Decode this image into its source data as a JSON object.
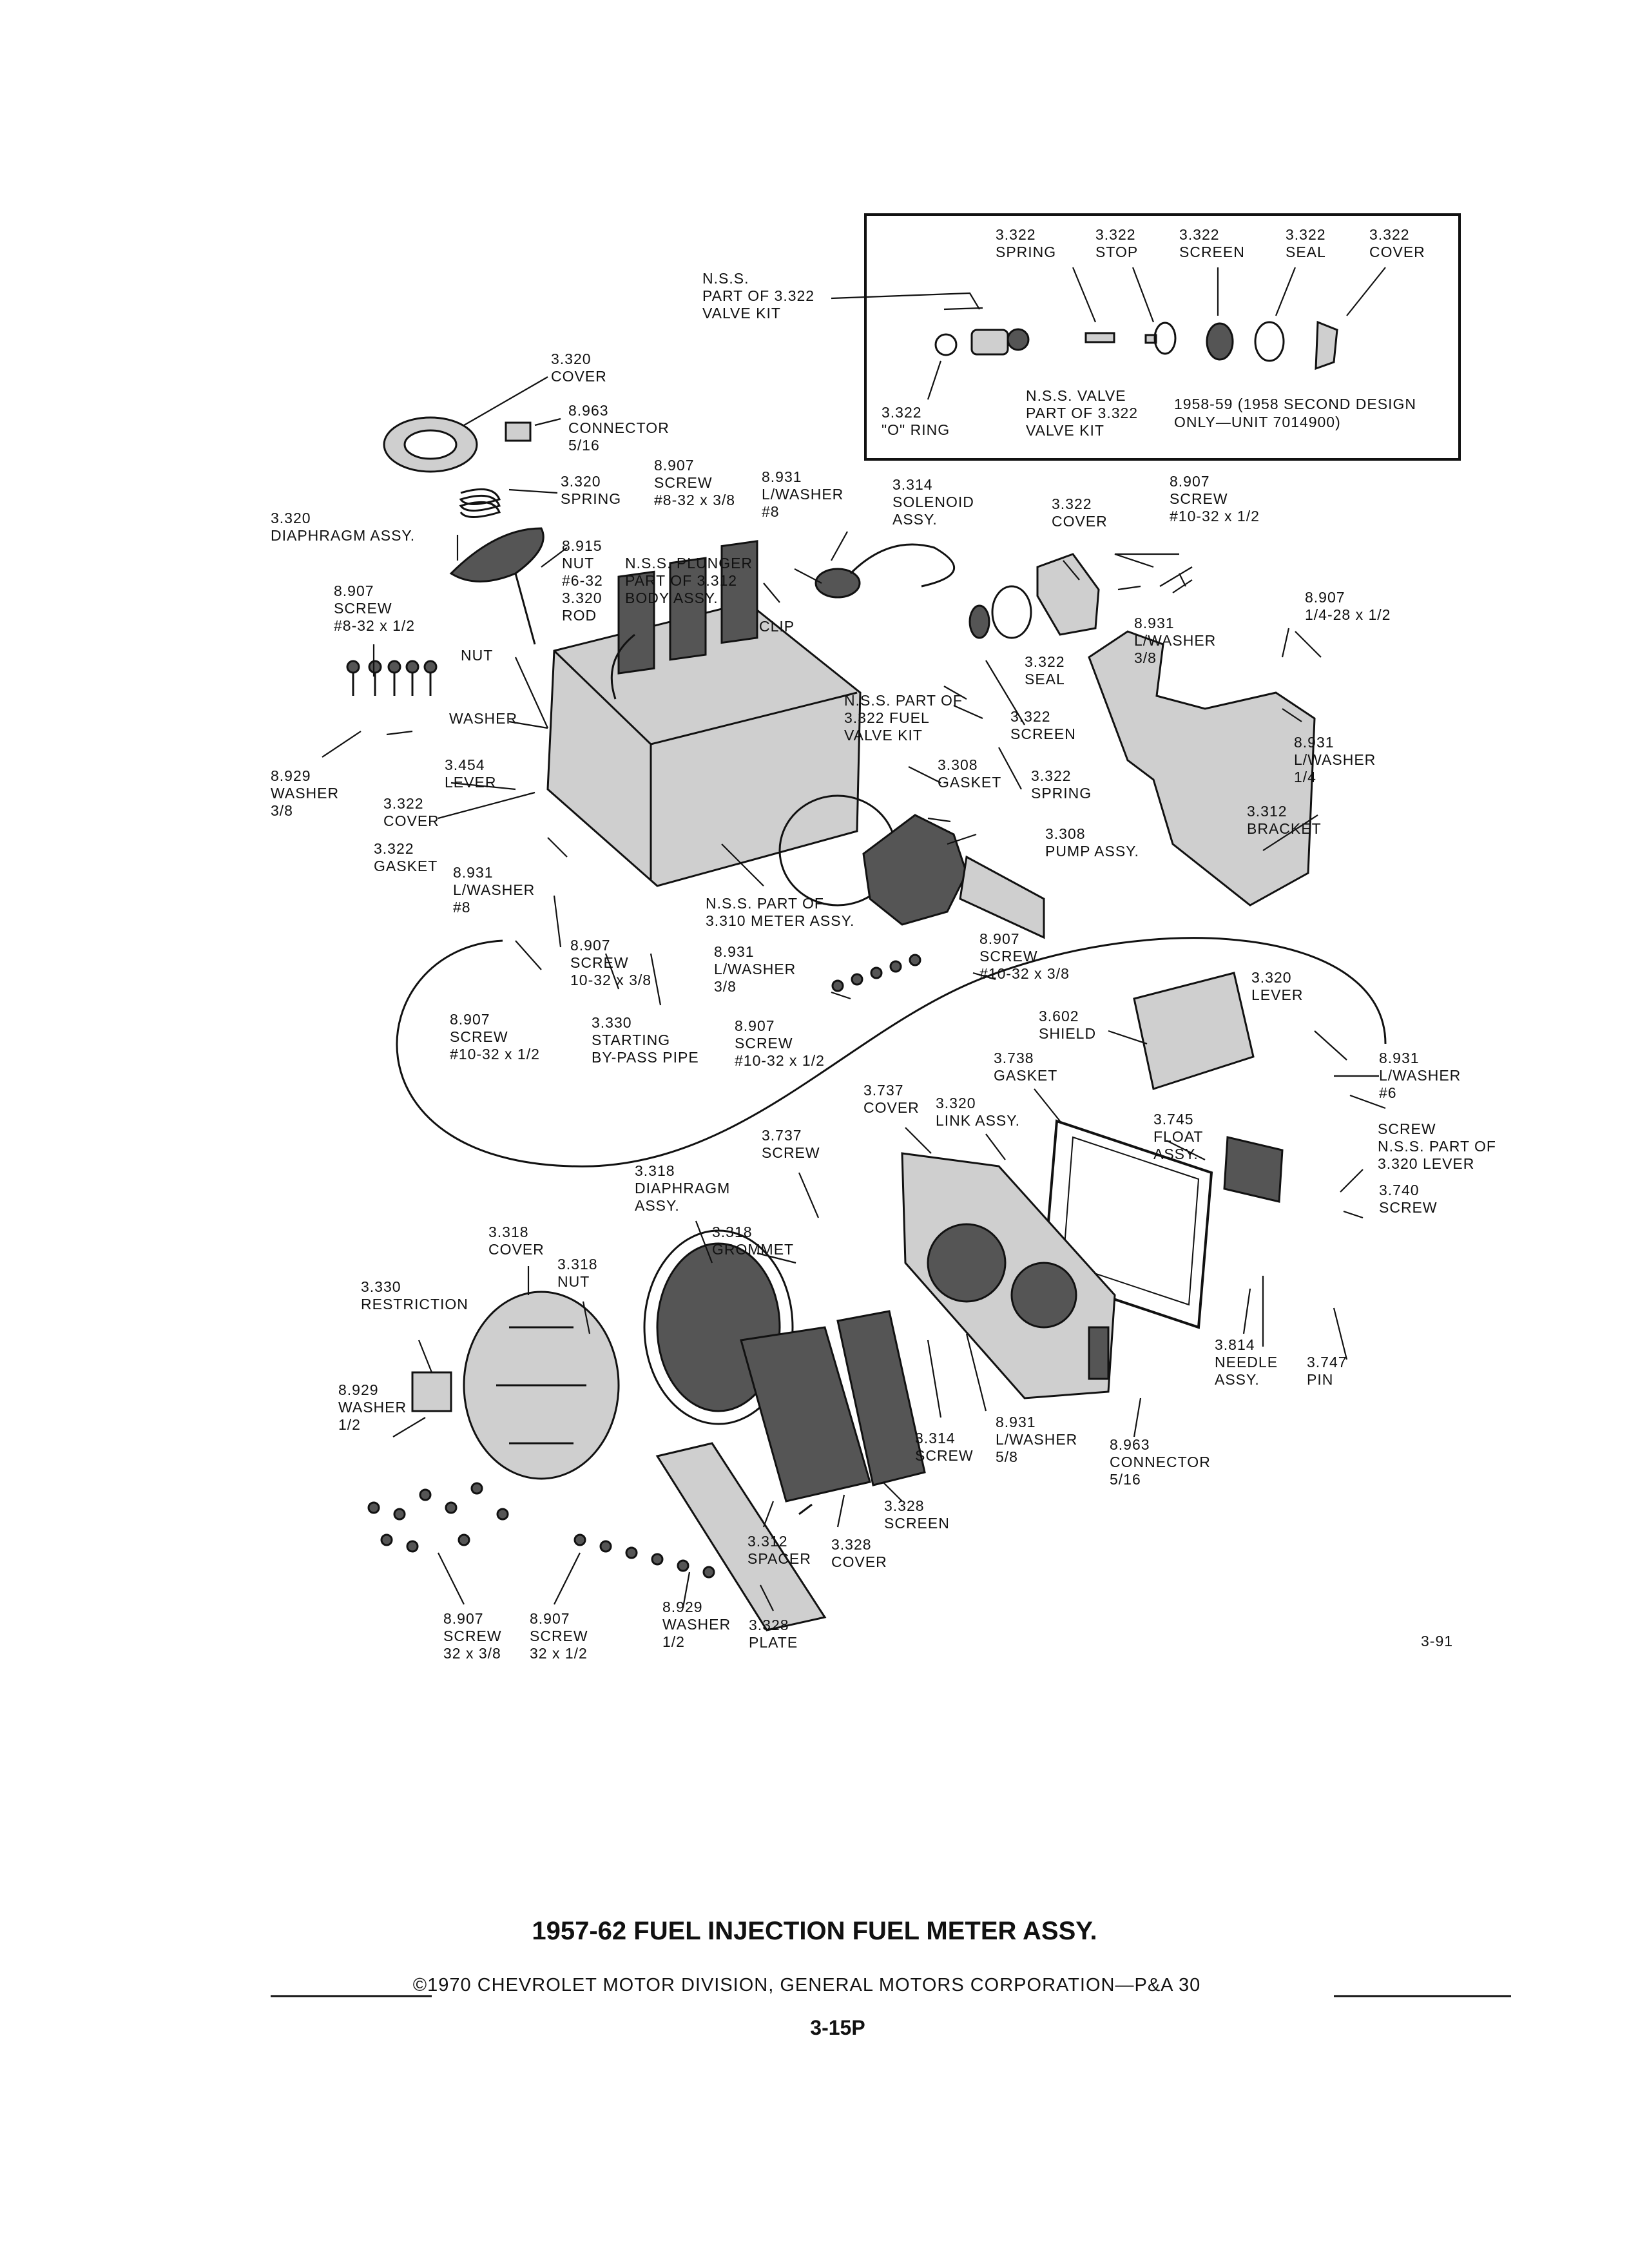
{
  "title": "1957-62 FUEL INJECTION FUEL METER ASSY.",
  "footer": {
    "copyright": "©1970 CHEVROLET MOTOR DIVISION, GENERAL MOTORS CORPORATION—P&A 30",
    "page_code": "3-15P",
    "figure_number": "3-91"
  },
  "inset": {
    "note": [
      "1958-59 (1958 SECOND DESIGN",
      "ONLY—UNIT 7014900)"
    ]
  },
  "callouts": [
    {
      "id": "c01",
      "lines": [
        "3.322",
        "SPRING"
      ]
    },
    {
      "id": "c02",
      "lines": [
        "3.322",
        "STOP"
      ]
    },
    {
      "id": "c03",
      "lines": [
        "3.322",
        "SCREEN"
      ]
    },
    {
      "id": "c04",
      "lines": [
        "3.322",
        "SEAL"
      ]
    },
    {
      "id": "c05",
      "lines": [
        "3.322",
        "COVER"
      ]
    },
    {
      "id": "c06",
      "lines": [
        "N.S.S.",
        "PART OF 3.322",
        "VALVE KIT"
      ]
    },
    {
      "id": "c07",
      "lines": [
        "3.322",
        "\"O\" RING"
      ]
    },
    {
      "id": "c08",
      "lines": [
        "N.S.S. VALVE",
        "PART OF 3.322",
        "VALVE KIT"
      ]
    },
    {
      "id": "c09",
      "lines": [
        "3.320",
        "COVER"
      ]
    },
    {
      "id": "c10",
      "lines": [
        "8.963",
        "CONNECTOR",
        "5/16"
      ]
    },
    {
      "id": "c11",
      "lines": [
        "3.320",
        "SPRING"
      ]
    },
    {
      "id": "c12",
      "lines": [
        "3.320",
        "DIAPHRAGM ASSY."
      ]
    },
    {
      "id": "c13",
      "lines": [
        "8.915",
        "NUT",
        "#6-32",
        "3.320",
        "ROD"
      ]
    },
    {
      "id": "c14",
      "lines": [
        "8.907",
        "SCREW",
        "#8-32 x 3/8"
      ]
    },
    {
      "id": "c15",
      "lines": [
        "N.S.S. PLUNGER",
        "PART OF 3.312",
        "BODY ASSY."
      ]
    },
    {
      "id": "c16",
      "lines": [
        "8.931",
        "L/WASHER",
        "#8"
      ]
    },
    {
      "id": "c17",
      "lines": [
        "3.314",
        "SOLENOID",
        "ASSY."
      ]
    },
    {
      "id": "c18",
      "lines": [
        "CLIP"
      ]
    },
    {
      "id": "c19",
      "lines": [
        "3.322",
        "COVER"
      ]
    },
    {
      "id": "c20",
      "lines": [
        "8.907",
        "SCREW",
        "#10-32 x 1/2"
      ]
    },
    {
      "id": "c21",
      "lines": [
        "8.931",
        "L/WASHER",
        "3/8"
      ]
    },
    {
      "id": "c22",
      "lines": [
        "8.907",
        "1/4-28 x 1/2"
      ]
    },
    {
      "id": "c23",
      "lines": [
        "8.907",
        "SCREW",
        "#8-32 x 1/2"
      ]
    },
    {
      "id": "c24",
      "lines": [
        "NUT"
      ]
    },
    {
      "id": "c25",
      "lines": [
        "WASHER"
      ]
    },
    {
      "id": "c26",
      "lines": [
        "8.929",
        "WASHER",
        "3/8"
      ]
    },
    {
      "id": "c27",
      "lines": [
        "3.454",
        "LEVER"
      ]
    },
    {
      "id": "c28",
      "lines": [
        "3.322",
        "COVER"
      ]
    },
    {
      "id": "c29",
      "lines": [
        "3.322",
        "GASKET"
      ]
    },
    {
      "id": "c30",
      "lines": [
        "8.931",
        "L/WASHER",
        "#8"
      ]
    },
    {
      "id": "c31",
      "lines": [
        "3.322",
        "SEAL"
      ]
    },
    {
      "id": "c32",
      "lines": [
        "N.S.S. PART OF",
        "3.322 FUEL",
        "VALVE KIT"
      ]
    },
    {
      "id": "c33",
      "lines": [
        "3.322",
        "SCREEN"
      ]
    },
    {
      "id": "c34",
      "lines": [
        "3.308",
        "GASKET"
      ]
    },
    {
      "id": "c35",
      "lines": [
        "3.322",
        "SPRING"
      ]
    },
    {
      "id": "c36",
      "lines": [
        "8.931",
        "L/WASHER",
        "1/4"
      ]
    },
    {
      "id": "c37",
      "lines": [
        "3.312",
        "BRACKET"
      ]
    },
    {
      "id": "c38",
      "lines": [
        "3.308",
        "PUMP ASSY."
      ]
    },
    {
      "id": "c39",
      "lines": [
        "N.S.S. PART OF",
        "3.310 METER ASSY."
      ]
    },
    {
      "id": "c40",
      "lines": [
        "8.907",
        "SCREW",
        "10-32 x 3/8"
      ]
    },
    {
      "id": "c41",
      "lines": [
        "8.931",
        "L/WASHER",
        "3/8"
      ]
    },
    {
      "id": "c42",
      "lines": [
        "8.907",
        "SCREW",
        "#10-32 x 3/8"
      ]
    },
    {
      "id": "c43",
      "lines": [
        "8.907",
        "SCREW",
        "#10-32 x 1/2"
      ]
    },
    {
      "id": "c44",
      "lines": [
        "3.330",
        "STARTING",
        "BY-PASS PIPE"
      ]
    },
    {
      "id": "c45",
      "lines": [
        "8.907",
        "SCREW",
        "#10-32 x 1/2"
      ]
    },
    {
      "id": "c46",
      "lines": [
        "3.320",
        "LEVER"
      ]
    },
    {
      "id": "c47",
      "lines": [
        "3.602",
        "SHIELD"
      ]
    },
    {
      "id": "c48",
      "lines": [
        "8.931",
        "L/WASHER",
        "#6"
      ]
    },
    {
      "id": "c49",
      "lines": [
        "3.738",
        "GASKET"
      ]
    },
    {
      "id": "c50",
      "lines": [
        "3.737",
        "COVER"
      ]
    },
    {
      "id": "c51",
      "lines": [
        "3.320",
        "LINK ASSY."
      ]
    },
    {
      "id": "c52",
      "lines": [
        "SCREW",
        "N.S.S. PART OF",
        "3.320 LEVER"
      ]
    },
    {
      "id": "c53",
      "lines": [
        "3.745",
        "FLOAT",
        "ASSY."
      ]
    },
    {
      "id": "c54",
      "lines": [
        "3.740",
        "SCREW"
      ]
    },
    {
      "id": "c55",
      "lines": [
        "3.737",
        "SCREW"
      ]
    },
    {
      "id": "c56",
      "lines": [
        "3.318",
        "DIAPHRAGM",
        "ASSY."
      ]
    },
    {
      "id": "c57",
      "lines": [
        "3.318",
        "GROMMET"
      ]
    },
    {
      "id": "c58",
      "lines": [
        "3.318",
        "COVER"
      ]
    },
    {
      "id": "c59",
      "lines": [
        "3.318",
        "NUT"
      ]
    },
    {
      "id": "c60",
      "lines": [
        "3.330",
        "RESTRICTION"
      ]
    },
    {
      "id": "c61",
      "lines": [
        "8.929",
        "WASHER",
        "1/2"
      ]
    },
    {
      "id": "c62",
      "lines": [
        "3.814",
        "NEEDLE",
        "ASSY."
      ]
    },
    {
      "id": "c63",
      "lines": [
        "3.747",
        "PIN"
      ]
    },
    {
      "id": "c64",
      "lines": [
        "3.314",
        "SCREW"
      ]
    },
    {
      "id": "c65",
      "lines": [
        "8.931",
        "L/WASHER",
        "5/8"
      ]
    },
    {
      "id": "c66",
      "lines": [
        "8.963",
        "CONNECTOR",
        "5/16"
      ]
    },
    {
      "id": "c67",
      "lines": [
        "3.328",
        "SCREEN"
      ]
    },
    {
      "id": "c68",
      "lines": [
        "3.312",
        "SPACER"
      ]
    },
    {
      "id": "c69",
      "lines": [
        "3.328",
        "COVER"
      ]
    },
    {
      "id": "c70",
      "lines": [
        "8.907",
        "SCREW",
        "32 x 3/8"
      ]
    },
    {
      "id": "c71",
      "lines": [
        "8.907",
        "SCREW",
        "32 x 1/2"
      ]
    },
    {
      "id": "c72",
      "lines": [
        "8.929",
        "WASHER",
        "1/2"
      ]
    },
    {
      "id": "c73",
      "lines": [
        "3.328",
        "PLATE"
      ]
    }
  ]
}
